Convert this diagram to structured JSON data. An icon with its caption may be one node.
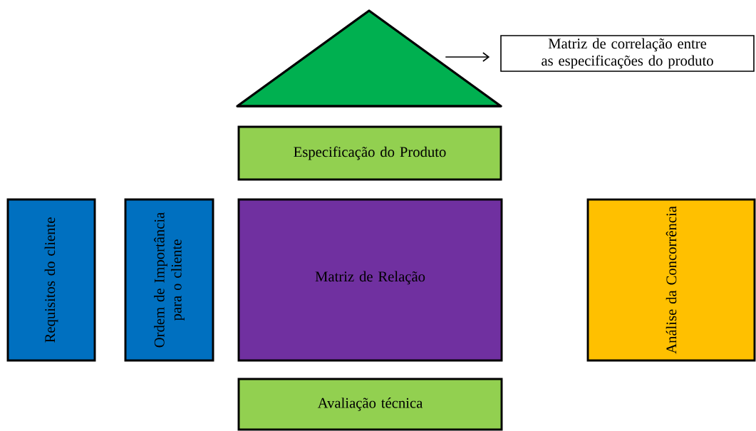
{
  "diagram": {
    "nodes": [
      {
        "text": [],
        "shape": "triangle"
      },
      {
        "text": [
          "Matriz de correlação entre as especificações do produto"
        ]
      },
      {
        "text": [
          "Especificação do Produto"
        ]
      },
      {
        "text": [
          "Requisitos do cliente"
        ]
      },
      {
        "text": [
          "Ordem de Importância para o cliente"
        ]
      },
      {
        "text": [
          "Matriz de Relação"
        ]
      },
      {
        "text": [
          "Análise da Concorrência"
        ]
      },
      {
        "text": [
          "Avaliação técnica"
        ]
      }
    ],
    "edges": [
      {
        "from": 0,
        "to": 1,
        "arrow": "to"
      }
    ]
  }
}
